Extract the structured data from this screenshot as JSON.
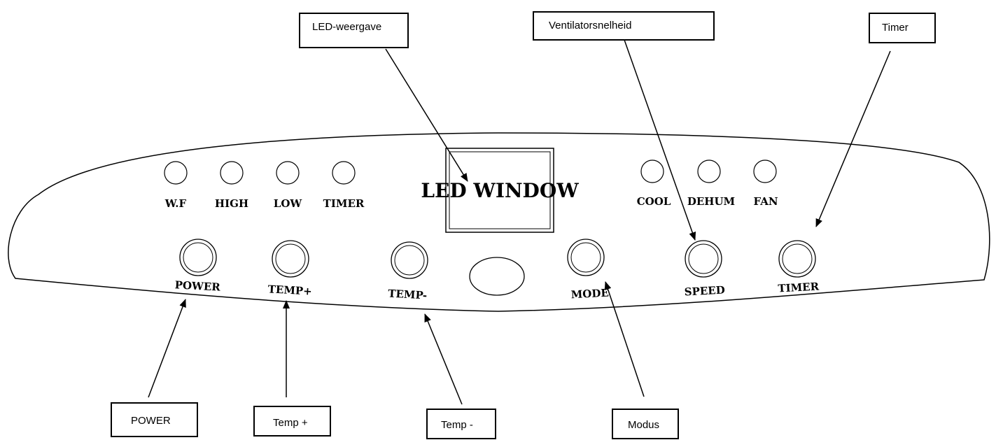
{
  "callouts": {
    "led_display": "LED-weergave",
    "fan_speed": "Ventilatorsnelheid",
    "timer": "Timer",
    "power": "POWER",
    "temp_plus": "Temp +",
    "temp_minus": "Temp -",
    "mode": "Modus"
  },
  "panel": {
    "indicators_left": [
      "W.F",
      "HIGH",
      "LOW",
      "TIMER"
    ],
    "indicators_right": [
      "COOL",
      "DEHUM",
      "FAN"
    ],
    "led_window": "LED WINDOW",
    "buttons": [
      "POWER",
      "TEMP+",
      "TEMP-",
      "MODE",
      "SPEED",
      "TIMER"
    ]
  }
}
